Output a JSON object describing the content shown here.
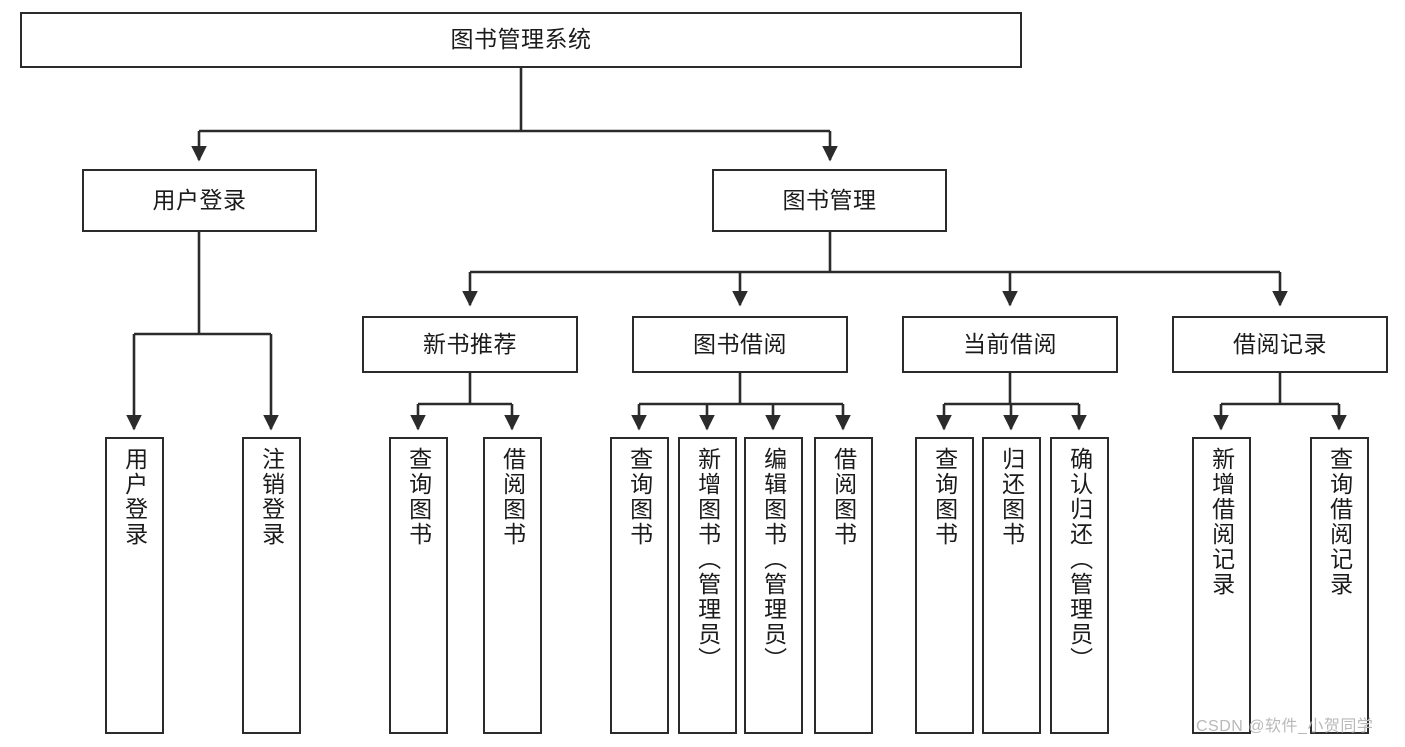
{
  "diagram": {
    "title": "图书管理系统",
    "type": "hierarchy-tree",
    "watermark": "CSDN @软件_小贺同学",
    "colors": {
      "stroke": "#2b2b2b",
      "fill": "#ffffff",
      "text": "#1b1b1b",
      "watermark": "#b9b9b9"
    },
    "levels": {
      "level0": [
        "图书管理系统"
      ],
      "level1": [
        "用户登录",
        "图书管理"
      ],
      "level2": [
        "新书推荐",
        "图书借阅",
        "当前借阅",
        "借阅记录"
      ],
      "level3": [
        "用户登录",
        "注销登录",
        "查询图书",
        "借阅图书",
        "查询图书",
        "新增图书（管理员）",
        "编辑图书（管理员）",
        "借阅图书",
        "查询图书",
        "归还图书",
        "确认归还（管理员）",
        "新增借阅记录",
        "查询借阅记录"
      ]
    },
    "nodes": {
      "root": {
        "label": "图书管理系统"
      },
      "user_login": {
        "label": "用户登录"
      },
      "book_manage": {
        "label": "图书管理"
      },
      "new_book_rec": {
        "label": "新书推荐"
      },
      "book_borrow": {
        "label": "图书借阅"
      },
      "current_borrow": {
        "label": "当前借阅"
      },
      "borrow_record": {
        "label": "借阅记录"
      },
      "leaf_user_login": {
        "label": "用户登录"
      },
      "leaf_logout": {
        "label": "注销登录"
      },
      "leaf_query_book_1": {
        "label": "查询图书"
      },
      "leaf_borrow_book_1": {
        "label": "借阅图书"
      },
      "leaf_query_book_2": {
        "label": "查询图书"
      },
      "leaf_add_book": {
        "label": "新增图书（管理员）"
      },
      "leaf_edit_book": {
        "label": "编辑图书（管理员）"
      },
      "leaf_borrow_book_2": {
        "label": "借阅图书"
      },
      "leaf_query_book_3": {
        "label": "查询图书"
      },
      "leaf_return_book": {
        "label": "归还图书"
      },
      "leaf_confirm_return": {
        "label": "确认归还（管理员）"
      },
      "leaf_add_record": {
        "label": "新增借阅记录"
      },
      "leaf_query_record": {
        "label": "查询借阅记录"
      }
    }
  }
}
